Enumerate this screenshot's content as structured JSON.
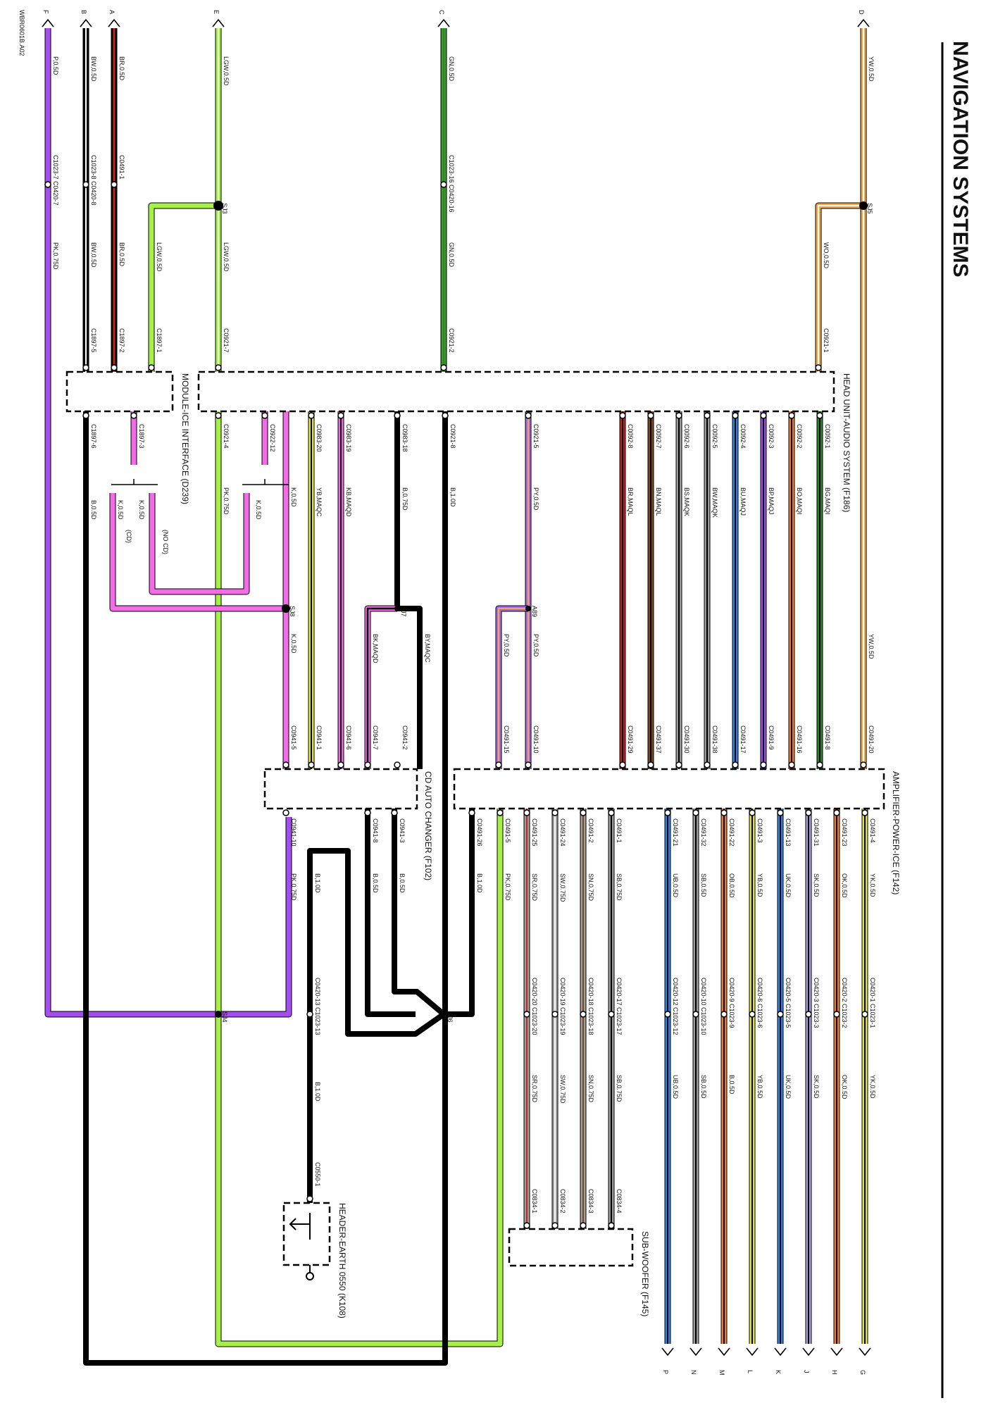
{
  "title": "NAVIGATION SYSTEMS",
  "figure_id": "WBR0601B.A02",
  "modules": {
    "head_unit": "HEAD UNIT-AUDIO SYSTEM (F186)",
    "module_ice": "MODULE-ICE INTERFACE (D239)",
    "amplifier": "AMPLIFIER-POWER-ICE (F142)",
    "cd_changer": "CD AUTO CHANGER (F102)",
    "sub_woofer": "SUB-WOOFER (F145)",
    "header_earth": "HEADER-EARTH 0550 (K108)"
  },
  "notes": {
    "no_cd": "(NO CD)",
    "cd": "(CD)"
  },
  "colors": {
    "LG/W": "#a6f04a",
    "GN": "#3a9a2a",
    "BR": "#c0281e",
    "B": "#000000",
    "W": "#ffffff",
    "YW": "#f3a64a",
    "PY": "#a46be6",
    "PK": "#f26ce8",
    "Y": "#eaea3c",
    "P": "#a44ef0",
    "G": "#2a8a2a",
    "O": "#f08030",
    "U": "#2e88e8",
    "S": "#a0a0a0",
    "N": "#7a4a1c",
    "YK": "#f0c040",
    "OK": "#f07050",
    "SK": "#b0a0e0",
    "UK": "#49a0f0",
    "YB": "#e0e050",
    "UB": "#3aa0e0",
    "SB": "#909090"
  },
  "edge_left_top": [
    "F",
    "B",
    "A",
    "E",
    "C",
    "D"
  ],
  "edge_right_bottom": [
    "P",
    "N",
    "M",
    "L",
    "K",
    "J",
    "H",
    "G"
  ],
  "splices": [
    "SJ3",
    "SJ5",
    "SJ8",
    "SJ7",
    "A89",
    "SJ4",
    "SJ6"
  ],
  "wire_labels": {
    "f_top": "P,0.5D",
    "b_top": "BW,0.5D",
    "a_top": "BR,0.5D",
    "e_top": "LGW,0.5D",
    "c_top": "GN,0.5D",
    "d_top": "YW,0.5D",
    "f_mid": "PK,0.75D",
    "b_mid": "BW,0.5D",
    "a_mid": "BR,0.5D",
    "c_mid": "GN,0.5D",
    "lgw_branch": "LGW,0.5D",
    "e_mid": "LGW,0.5D",
    "wo_branch": "WO,0.5D",
    "d_right": "YW,0.5D",
    "hu1": "BG,MAQI",
    "hu2": "BO,MAQI",
    "hu3": "BP,MAQJ",
    "hu4": "BU,MAQJ",
    "hu5": "BW,MAQK",
    "hu6": "BS,MAQK",
    "hu7": "BN,MAQL",
    "hu8": "BR,MAQL",
    "py_a": "PY,0.5D",
    "py_b": "PY,0.5D",
    "py_c": "PY,0.5D",
    "b1": "B,1.0D",
    "b075": "B,0.75D",
    "by_maqc": "BY,MAQC",
    "bk_maqd": "BK,MAQD",
    "kb_maqd": "KB,MAQD",
    "yb_maqc": "YB,MAQC",
    "k_a": "K,0.5D",
    "k_b": "K,0.5D",
    "k_c": "K,0.5D",
    "k_d": "K,0.5D",
    "k_e": "K,0.5D",
    "pk_a": "PK,0.75D",
    "b_05": "B,0.5D",
    "amp_w1": "YK,0.5D",
    "amp_w2": "OK,0.5D",
    "amp_w3": "SK,0.5D",
    "amp_w4": "UK,0.5D",
    "amp_w5": "YB,0.5D",
    "amp_w6": "OB,0.5D",
    "amp_w7": "SB,0.5D",
    "amp_w8": "UB,0.5D",
    "sub_w1": "SB,0.75D",
    "sub_w2": "SN,0.75D",
    "sub_w3": "SW,0.75D",
    "sub_w4": "SR,0.75D",
    "cd_b1": "B,0.5D",
    "cd_b2": "B,0.5D",
    "cd_b3": "B,1.0D",
    "amp_b": "B,1.0D",
    "amp_pk": "PK,0.75D",
    "cd_pk": "PK,0.75D",
    "earth_b": "B,1.0D",
    "amp_lo1": "YK,0.5D",
    "amp_lo2": "OK,0.5D",
    "amp_lo3": "SK,0.5D",
    "amp_lo4": "UK,0.5D",
    "amp_lo5": "YB,0.5D",
    "amp_lo6": "B,0.5D",
    "amp_lo7": "SB,0.5D",
    "amp_lo8": "UB,0.5D",
    "sub_lo1": "SB,0.75D",
    "sub_lo2": "SN,0.75D",
    "sub_lo3": "SW,0.75D",
    "sub_lo4": "SR,0.75D"
  },
  "connectors": {
    "f1": "C1023-7 C0420-7",
    "b1": "C1023-8 C0420-8",
    "a1": "C0491-1",
    "c1": "C1023-16 C0420-16",
    "m1": "C1897-1",
    "m2": "C1897-2",
    "m5": "C1897-5",
    "h7": "C0921-7",
    "h2": "C0921-2",
    "h1": "C0921-1",
    "m6": "C1897-6",
    "m3": "C1897-3",
    "h4": "C0921-4",
    "h12": "C0922-12",
    "c20": "C0983-20",
    "c19": "C0983-19",
    "c18": "C0983-18",
    "h8": "C0921-8",
    "h5": "C0921-5",
    "g8": "C0092-8",
    "g7": "C0092-7",
    "g6": "C0092-6",
    "g5": "C0092-5",
    "g4": "C0092-4",
    "g3": "C0092-3",
    "g2": "C0092-2",
    "g1": "C0092-1",
    "cd5": "C0941-5",
    "cd1": "C0941-1",
    "cd6": "C0941-6",
    "cd7": "C0941-7",
    "cd2": "C0941-2",
    "a15": "C0491-15",
    "a10": "C0491-10",
    "a29": "C0491-29",
    "a37": "C0491-37",
    "a30": "C0491-30",
    "a38": "C0491-38",
    "a17": "C0491-17",
    "a9": "C0491-9",
    "a16": "C0491-16",
    "a8": "C0491-8",
    "a20": "C0491-20",
    "cd10": "C0941-10",
    "cd8": "C0941-8",
    "cd3": "C0941-3",
    "a26": "C0491-26",
    "a5": "C0491-5",
    "a25": "C0491-25",
    "a24": "C0491-24",
    "a2": "C0491-2",
    "a21": "C0491-21",
    "a32": "C0491-32",
    "a22": "C0491-22",
    "a3": "C0491-3",
    "a13": "C0491-13",
    "a31": "C0491-31",
    "a23": "C0491-23",
    "a4": "C0491-4",
    "i13": "C0420-13 C1023-13",
    "i20": "C0420-20 C1023-20",
    "i19": "C0420-19 C1023-19",
    "i18": "C0420-18 C1023-18",
    "i17": "C0420-17 C1023-17",
    "i12": "C0420-12 C1023-12",
    "i10": "C0420-10 C1023-10",
    "i9": "C0420-9 C1023-9",
    "i6": "C0420-6 C1023-6",
    "i5": "C0420-5 C1023-5",
    "i3": "C0420-3 C1023-3",
    "i2": "C0420-2 C1023-2",
    "i1": "C0420-1 C1023-1",
    "sw1": "C0834-1",
    "sw2": "C0834-2",
    "sw3": "C0834-3",
    "sw4": "C0834-4",
    "e1": "C0550-1"
  }
}
